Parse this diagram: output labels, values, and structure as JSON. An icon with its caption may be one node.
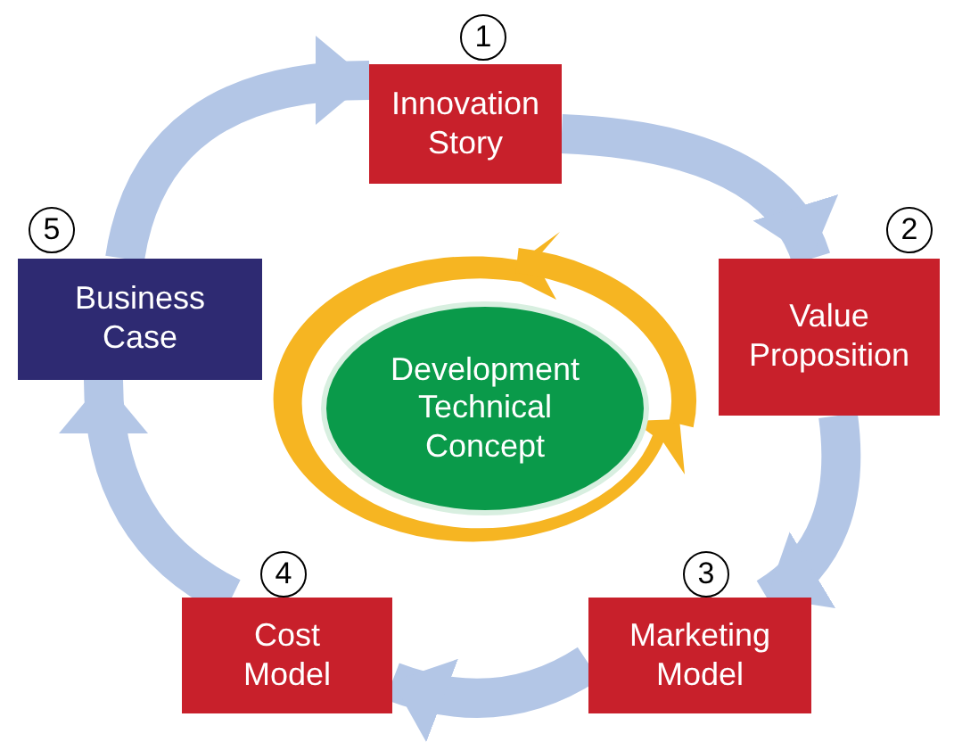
{
  "diagram": {
    "nodes": [
      {
        "text": [
          "Innovation Story"
        ],
        "beside": [
          "1"
        ]
      },
      {
        "text": [
          "Value Proposition"
        ],
        "beside": [
          "2"
        ]
      },
      {
        "text": [
          "Marketing Model"
        ],
        "beside": [
          "3"
        ]
      },
      {
        "text": [
          "Cost Model"
        ],
        "beside": [
          "4"
        ]
      },
      {
        "text": [
          "Business Case"
        ],
        "beside": [
          "5"
        ]
      },
      {
        "text": [
          "Development Technical Concept"
        ]
      }
    ],
    "edges": [
      {
        "from": 4,
        "to": 0,
        "arrow": "to"
      },
      {
        "from": 0,
        "to": 1,
        "arrow": "to"
      },
      {
        "from": 1,
        "to": 2,
        "arrow": "to"
      },
      {
        "from": 2,
        "to": 3,
        "arrow": "to"
      },
      {
        "from": 3,
        "to": 4,
        "arrow": "to"
      }
    ]
  }
}
